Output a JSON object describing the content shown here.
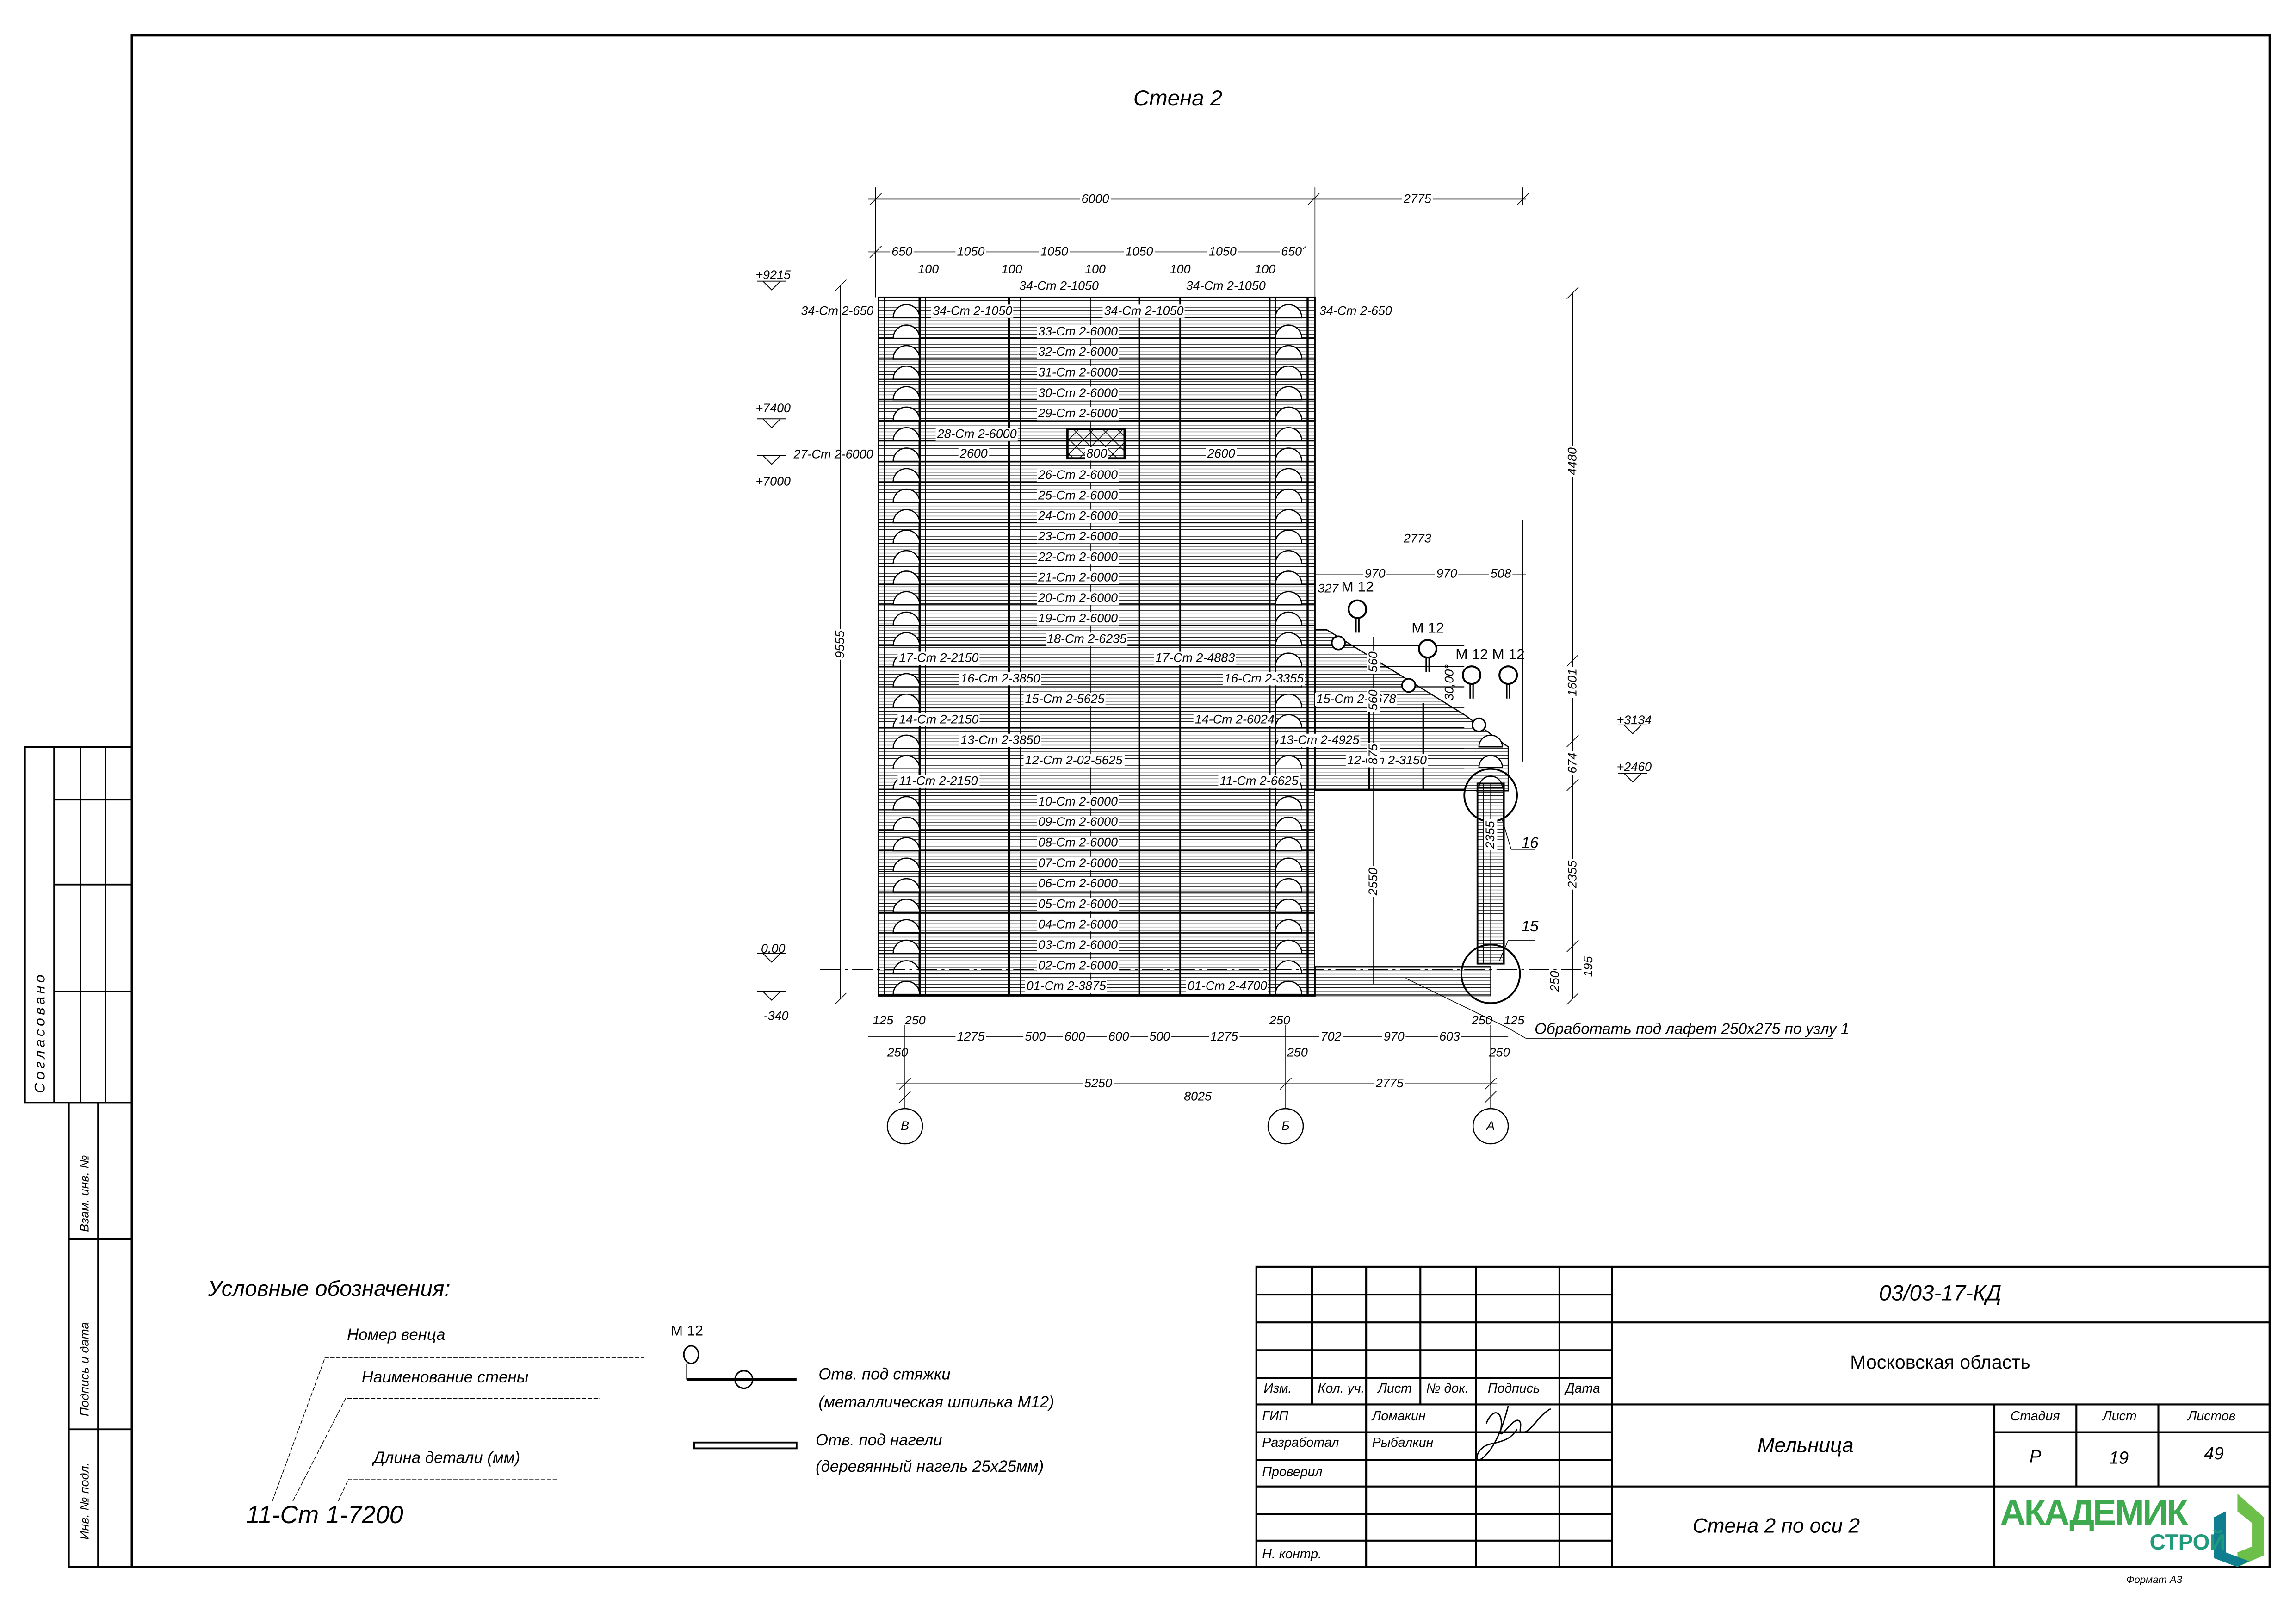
{
  "title": "Стена 2",
  "log_labels": {
    "r34_top_a": "34-Ст 2-1050",
    "r34_top_b": "34-Ст 2-1050",
    "r34_l": "34-Ст 2-650",
    "r34_a": "34-Ст 2-1050",
    "r34_b": "34-Ст 2-1050",
    "r34_r": "34-Ст 2-650",
    "r33": "33-Ст 2-6000",
    "r32": "32-Ст 2-6000",
    "r31": "31-Ст 2-6000",
    "r30": "30-Ст 2-6000",
    "r29": "29-Ст 2-6000",
    "r28": "28-Ст 2-6000",
    "r27": "27-Ст 2-6000",
    "r26": "26-Ст 2-6000",
    "r25": "25-Ст 2-6000",
    "r24": "24-Ст 2-6000",
    "r23": "23-Ст 2-6000",
    "r22": "22-Ст 2-6000",
    "r21": "21-Ст 2-6000",
    "r20": "20-Ст 2-6000",
    "r19": "19-Ст 2-6000",
    "r18": "18-Ст 2-6235",
    "r17a": "17-Ст 2-2150",
    "r17b": "17-Ст 2-4883",
    "r16a": "16-Ст 2-3850",
    "r16b": "16-Ст 2-3355",
    "r15a": "15-Ст 2-5625",
    "r15b": "15-Ст 2-5678",
    "r14a": "14-Ст 2-2150",
    "r14b": "14-Ст 2-6024",
    "r13a": "13-Ст 2-3850",
    "r13b": "13-Ст 2-4925",
    "r12a": "12-Ст 2-02-5625",
    "r12b": "12-Ст 2-3150",
    "r11a": "11-Ст 2-2150",
    "r11b": "11-Ст 2-6625",
    "r10": "10-Ст 2-6000",
    "r09": "09-Ст 2-6000",
    "r08": "08-Ст 2-6000",
    "r07": "07-Ст 2-6000",
    "r06": "06-Ст 2-6000",
    "r05": "05-Ст 2-6000",
    "r04": "04-Ст 2-6000",
    "r03": "03-Ст 2-6000",
    "r02": "02-Ст 2-6000",
    "r01a": "01-Ст 2-3875",
    "r01b": "01-Ст 2-4700"
  },
  "dimensions": {
    "d6000": "6000",
    "d2775t": "2775",
    "d650a": "650",
    "d1050a": "1050",
    "d1050b": "1050",
    "d1050c": "1050",
    "d1050d": "1050",
    "d650b": "650",
    "d100a": "100",
    "d100b": "100",
    "d100c": "100",
    "d100d": "100",
    "d100e": "100",
    "d2600a": "2600",
    "d800": "800",
    "d2600b": "2600",
    "d4480": "4480",
    "d9555": "9555",
    "d2773": "2773",
    "d970a": "970",
    "d970b": "970",
    "d508": "508",
    "d327": "327",
    "d560a": "560",
    "d560b": "560",
    "d875": "875",
    "dang": "30,00°",
    "d1601": "1601",
    "d674": "674",
    "d2550": "2550",
    "d2355a": "2355",
    "d2355b": "2355",
    "d195": "195",
    "d250v": "250",
    "b125a": "125",
    "b250a": "250",
    "b250b": "250",
    "b250c": "250",
    "b125b": "125",
    "b1275a": "1275",
    "b500a": "500",
    "b600a": "600",
    "b600b": "600",
    "b500b": "500",
    "b1275b": "1275",
    "b702": "702",
    "b970": "970",
    "b603": "603",
    "b250d": "250",
    "b250e": "250",
    "b250f": "250",
    "d5250": "5250",
    "d2775b": "2775",
    "d8025": "8025"
  },
  "elevations": {
    "e9215": "+9215",
    "e7400": "+7400",
    "e7000": "+7000",
    "e000": "0.00",
    "em340": "-340",
    "e3134": "+3134",
    "e2460": "+2460"
  },
  "markers": {
    "m1": "M 12",
    "m2": "M 12",
    "m3": "M 12",
    "m4": "M 12",
    "n16": "16",
    "n15": "15",
    "note": "Обработать под лафет 250x275 по узлу 1"
  },
  "axes": {
    "ax_v": "В",
    "ax_b": "Б",
    "ax_a": "А"
  },
  "legend": {
    "title": "Условные обозначения:",
    "crown_number": "Номер венца",
    "wall_name": "Наименование стены",
    "part_length": "Длина детали (мм)",
    "example": "11-Ст 1-7200",
    "m12": "M 12",
    "tie_holes": "Отв. под стяжки",
    "tie_holes_note": "(металлическая шпилька М12)",
    "dowel_holes": "Отв. под нагели",
    "dowel_holes_note": "(деревянный нагель 25x25мм)"
  },
  "side_stamp": {
    "agreed": "Согласовано",
    "replaced_inv": "Взам. инв. №",
    "sign_date": "Подпись и дата",
    "inv_orig": "Инв. № подл."
  },
  "title_block": {
    "doc_code": "03/03-17-КД",
    "region": "Московская область",
    "object": "Мельница",
    "sheet_title": "Стена 2 по оси 2",
    "headers": [
      "Изм.",
      "Кол. уч.",
      "Лист",
      "№ док.",
      "Подпись",
      "Дата"
    ],
    "roles": [
      {
        "role": "ГИП",
        "name": "Ломакин"
      },
      {
        "role": "Разработал",
        "name": "Рыбалкин"
      },
      {
        "role": "Проверил",
        "name": ""
      },
      {
        "role": "Н. контр.",
        "name": ""
      }
    ],
    "stage_label": "Стадия",
    "sheet_label": "Лист",
    "sheets_label": "Листов",
    "stage": "Р",
    "sheet": "19",
    "sheets": "49",
    "logo_text_1": "АКАДЕМИК",
    "logo_text_2": "СТРОЙ",
    "format": "Формат А3",
    "logo_green": "#3eaa4f",
    "logo_teal": "#1f9a7a"
  }
}
